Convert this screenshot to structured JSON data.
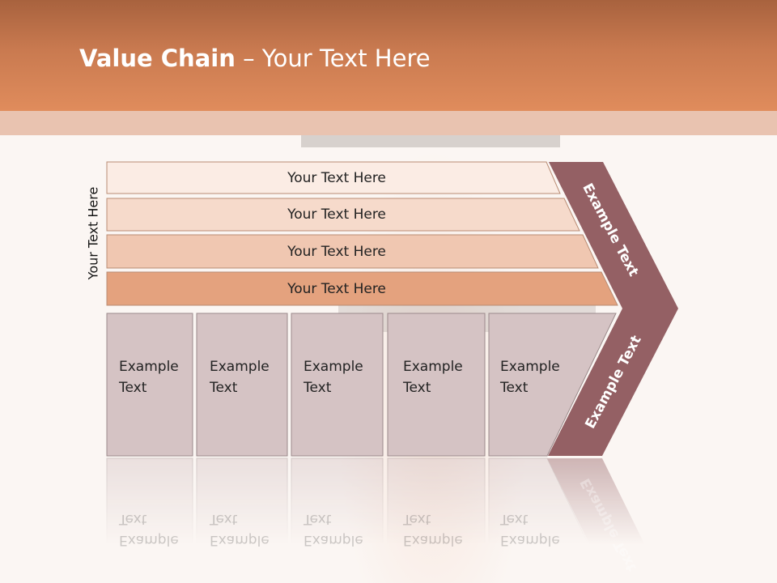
{
  "title": {
    "bold": "Value Chain",
    "rest": " – Your Text Here"
  },
  "side_label": "Your Text Here",
  "rows": [
    {
      "label": "Your Text Here",
      "color": "#fbece4"
    },
    {
      "label": "Your Text Here",
      "color": "#f6dacb"
    },
    {
      "label": "Your Text Here",
      "color": "#f0c7b1"
    },
    {
      "label": "Your Text Here",
      "color": "#e4a27e"
    }
  ],
  "columns": [
    {
      "line1": "Example",
      "line2": "Text"
    },
    {
      "line1": "Example",
      "line2": "Text"
    },
    {
      "line1": "Example",
      "line2": "Text"
    },
    {
      "line1": "Example",
      "line2": "Text"
    },
    {
      "line1": "Example",
      "line2": "Text"
    }
  ],
  "chevron": {
    "upper": "Example Text",
    "lower": "Example Text",
    "color": "#946064"
  },
  "colors": {
    "column_fill": "#d5c3c4",
    "column_border": "#9b8a8b",
    "row_border": "#b98c74"
  }
}
